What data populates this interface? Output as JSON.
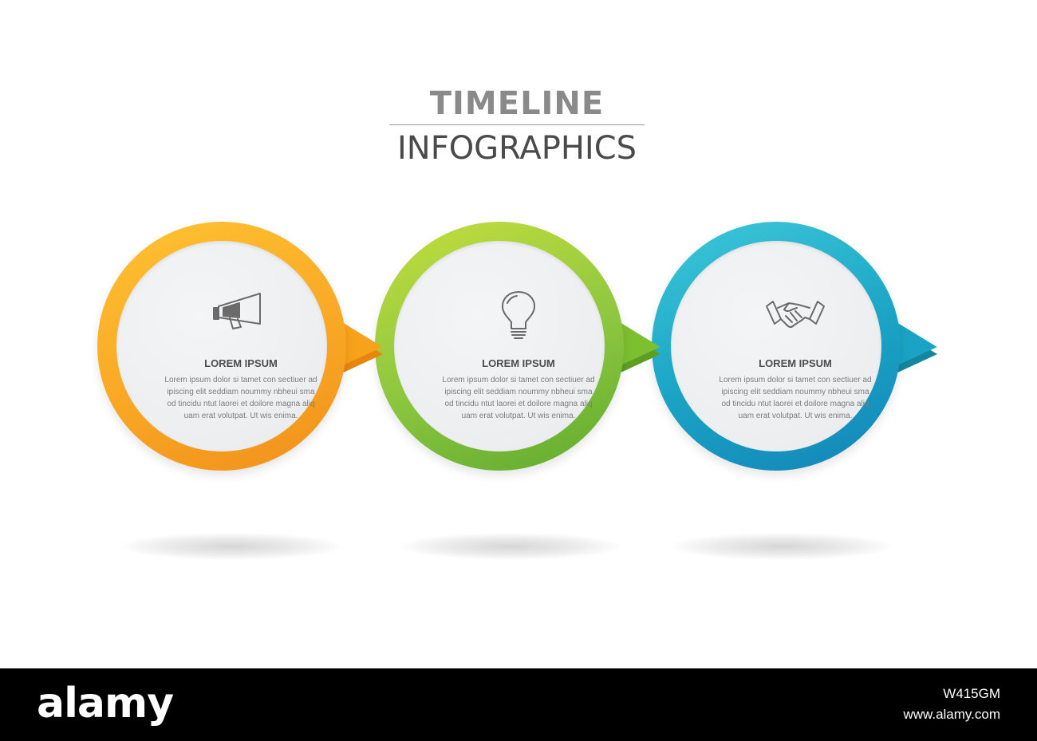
{
  "header": {
    "title_line1": "TIMELINE",
    "title_line2": "INFOGRAPHICS"
  },
  "steps": [
    {
      "title": "LOREM IPSUM",
      "body": "Lorem ipsum dolor si tamet con sectiuer ad ipiscing elit seddiam noummy nbheui sma od tincidu ntut laorei et doilore magna aliq uam erat volutpat. Ut wis enima.",
      "icon": "megaphone-icon",
      "color": "#f7a21b",
      "color_light": "#ffc233"
    },
    {
      "title": "LOREM IPSUM",
      "body": "Lorem ipsum dolor si tamet con sectiuer ad ipiscing elit seddiam noummy nbheui sma od tincidu ntut laorei et doilore magna aliq uam erat volutpat. Ut wis enima.",
      "icon": "lightbulb-icon",
      "color": "#7cbf2f",
      "color_light": "#b6d93a"
    },
    {
      "title": "LOREM IPSUM",
      "body": "Lorem ipsum dolor si tamet con sectiuer ad ipiscing elit seddiam noummy nbheui sma od tincidu ntut laorei et doilore magna aliq uam erat volutpat. Ut wis enima.",
      "icon": "handshake-icon",
      "color": "#1aa3c4",
      "color_light": "#3ec8d9"
    }
  ],
  "footer": {
    "logo_text": "alamy",
    "image_id": "W415GM",
    "url": "www.alamy.com"
  }
}
